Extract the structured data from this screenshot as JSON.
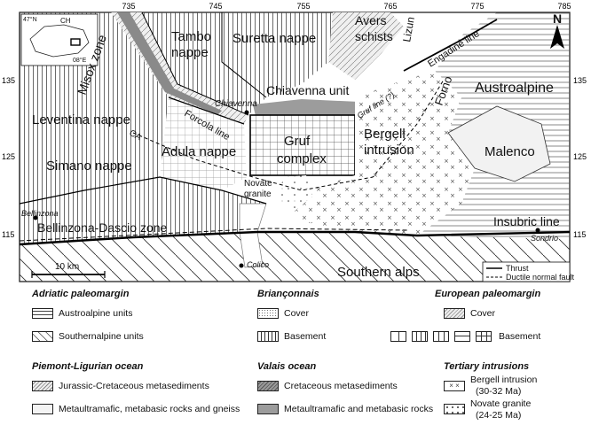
{
  "map": {
    "ticks_top": [
      "735",
      "745",
      "755",
      "765",
      "775",
      "785"
    ],
    "ticks_left": [
      "135",
      "125",
      "115"
    ],
    "ticks_right": [
      "135",
      "125",
      "115"
    ],
    "inset": {
      "lat": "47°N",
      "country": "CH",
      "lon": "08°E"
    },
    "north": "N",
    "scale": "10 km",
    "labels": {
      "tambo": "Tambo",
      "tambo2": "nappe",
      "suretta": "Suretta nappe",
      "avers": "Avers",
      "avers2": "schists",
      "lizun": "Lizun",
      "engadine": "Engadine line",
      "austroalpine": "Austroalpine",
      "misox": "Misox zone",
      "forno": "Forno",
      "chiavenna_unit": "Chiavenna unit",
      "chiavenna_town": "Chiavenna",
      "gruf_line": "Gruf line (?)",
      "leventina": "Leventina nappe",
      "forcola": "Forcola line",
      "ca": "CA",
      "adula": "Adula nappe",
      "gruf": "Gruf",
      "complex": "complex",
      "bergell": "Bergell",
      "intrusion": "intrusion",
      "malenco": "Malenco",
      "simano": "Simano nappe",
      "novate": "Novate",
      "granite": "granite",
      "bellinzona_town": "Bellinzona",
      "bdz": "Bellinzona-Dascio zone",
      "insubric": "Insubric line",
      "sondrio": "Sondrio",
      "colico": "Colico",
      "southern_alps": "Southern alps"
    },
    "map_legend": {
      "thrust": "Thrust",
      "ductile": "Ductile normal fault"
    }
  },
  "legend": {
    "adriatic": {
      "title": "Adriatic paleomargin",
      "items": [
        "Austroalpine units",
        "Southernalpine units"
      ]
    },
    "brianconnais": {
      "title": "Briançonnais",
      "items": [
        "Cover",
        "Basement"
      ]
    },
    "european": {
      "title": "European paleomargin",
      "items": [
        "Cover",
        "Basement"
      ]
    },
    "piemont": {
      "title": "Piemont-Ligurian ocean",
      "items": [
        "Jurassic-Cretaceous metasediments",
        "Metaultramafic, metabasic rocks and gneiss"
      ]
    },
    "valais": {
      "title": "Valais ocean",
      "items": [
        "Cretaceous metasediments",
        "Metaultramafic and metabasic rocks"
      ]
    },
    "tertiary": {
      "title": "Tertiary intrusions",
      "items": [
        "Bergell intrusion",
        "(30-32 Ma)",
        "Novate granite",
        "(24-25 Ma)"
      ]
    }
  }
}
